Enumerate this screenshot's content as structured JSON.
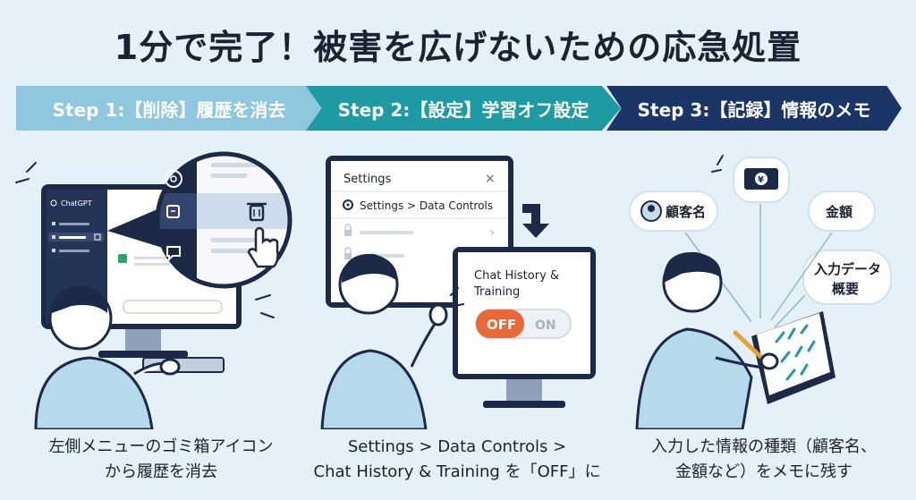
{
  "title": "1分で完了！被害を広げないための応急処置",
  "steps": [
    {
      "label": "Step 1:【削除】履歴を消去"
    },
    {
      "label": "Step 2:【設定】学習オフ設定"
    },
    {
      "label": "Step 3:【記録】情報のメモ"
    }
  ],
  "panel1": {
    "app_name": "ChatGPT",
    "caption_line1": "左側メニューのゴミ箱アイコン",
    "caption_line2": "から履歴を消去"
  },
  "panel2": {
    "settings_title": "Settings",
    "close_symbol": "×",
    "breadcrumb": "Settings > Data Controls",
    "toggle_title": "Chat History & Training",
    "toggle_off": "OFF",
    "toggle_on": "ON",
    "caption_line1": "Settings > Data Controls >",
    "caption_line2": "Chat History & Training を「OFF」に"
  },
  "panel3": {
    "bubble_customer": "顧客名",
    "bubble_amount": "金額",
    "bubble_input_line1": "入力データ",
    "bubble_input_line2": "概要",
    "money_symbol": "¥",
    "caption_line1": "入力した情報の種類（顧客名、",
    "caption_line2": "金額など）をメモに残す"
  },
  "colors": {
    "step1": "#8fc7de",
    "step2": "#1e9aa2",
    "step3": "#1c3567",
    "off_toggle": "#e9683a",
    "navy": "#1c2a48"
  }
}
